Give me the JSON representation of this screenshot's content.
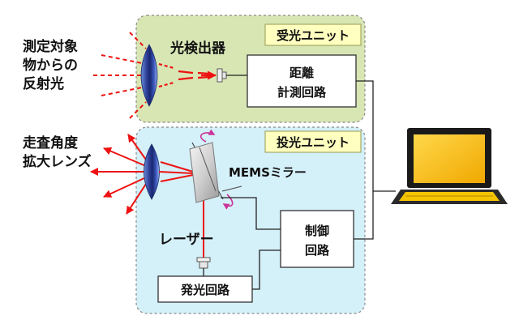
{
  "units": {
    "receiver_unit": "受光ユニット",
    "projector_unit": "投光ユニット"
  },
  "labels": {
    "reflected_light": [
      "測定対象",
      "物からの",
      "反射光"
    ],
    "photodetector": "光検出器",
    "distance_circuit": [
      "距離",
      "計測回路"
    ],
    "expansion_lens": [
      "走査角度",
      "拡大レンズ"
    ],
    "mems_mirror": "MEMSミラー",
    "control_circuit": [
      "制御",
      "回路"
    ],
    "laser": "レーザー",
    "emitter_circuit": "発光回路"
  },
  "colors": {
    "receiver_bg": "#d8e6b4",
    "projector_bg": "#d4f0f8",
    "unit_tag_bg": "#ffffc0",
    "light_red": "#ee1111",
    "arrow_magenta": "#cc3399",
    "laptop_screen": "#ffc000"
  }
}
